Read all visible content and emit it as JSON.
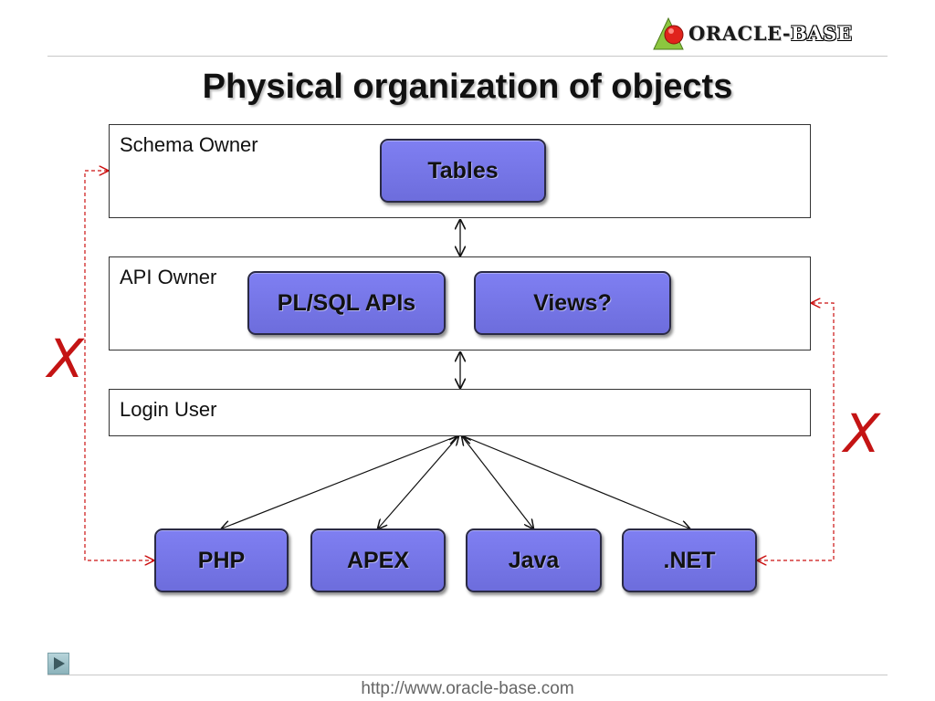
{
  "logo": {
    "text_part1": "ORACLE",
    "text_dash": "-",
    "text_part2": "BASE"
  },
  "title": "Physical organization of objects",
  "groups": {
    "schema_owner": "Schema Owner",
    "api_owner": "API Owner",
    "login_user": "Login User"
  },
  "nodes": {
    "tables": "Tables",
    "plsql_apis": "PL/SQL APIs",
    "views": "Views?",
    "php": "PHP",
    "apex": "APEX",
    "java": "Java",
    "dotnet": ".NET"
  },
  "blocked_marks": {
    "left": "X",
    "right": "X"
  },
  "footer": {
    "url": "http://www.oracle-base.com"
  },
  "colors": {
    "node_fill": "#7777ee",
    "arrow": "#111111",
    "blocked_path": "#cc1111"
  },
  "icons": {
    "logo": "oracle-base-logo-icon",
    "nav": "play-arrow-icon"
  }
}
